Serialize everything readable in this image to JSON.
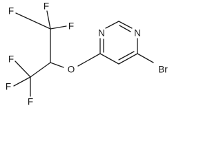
{
  "molecule": {
    "atoms": {
      "f_top_1": "F",
      "f_top_2": "F",
      "f_top_3": "F",
      "f_bottom_1": "F",
      "f_bottom_2": "F",
      "f_bottom_3": "F",
      "o_ether": "O",
      "n_left": "N",
      "n_right": "N",
      "br": "Br"
    }
  }
}
